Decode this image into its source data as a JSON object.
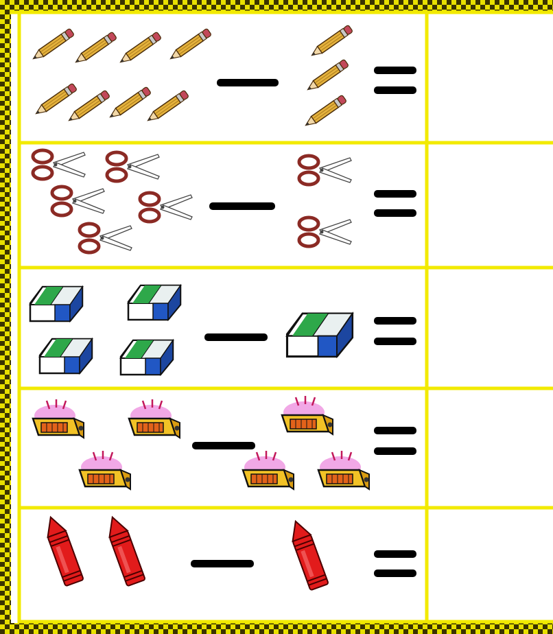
{
  "worksheet": {
    "border_colors": {
      "checker_dark": "#3a3300",
      "checker_light": "#e8e000",
      "divider": "#f2ea00"
    },
    "operator_color": "#000000",
    "rows": [
      {
        "item_icon": "pencil-icon",
        "minuend_count": 8,
        "subtrahend_count": 3,
        "answer": ""
      },
      {
        "item_icon": "scissors-icon",
        "minuend_count": 5,
        "subtrahend_count": 2,
        "answer": ""
      },
      {
        "item_icon": "eraser-icon",
        "minuend_count": 4,
        "subtrahend_count": 1,
        "answer": ""
      },
      {
        "item_icon": "sharpener-icon",
        "minuend_count": 3,
        "subtrahend_count": 3,
        "answer": ""
      },
      {
        "item_icon": "crayon-icon",
        "minuend_count": 2,
        "subtrahend_count": 1,
        "answer": ""
      }
    ]
  }
}
